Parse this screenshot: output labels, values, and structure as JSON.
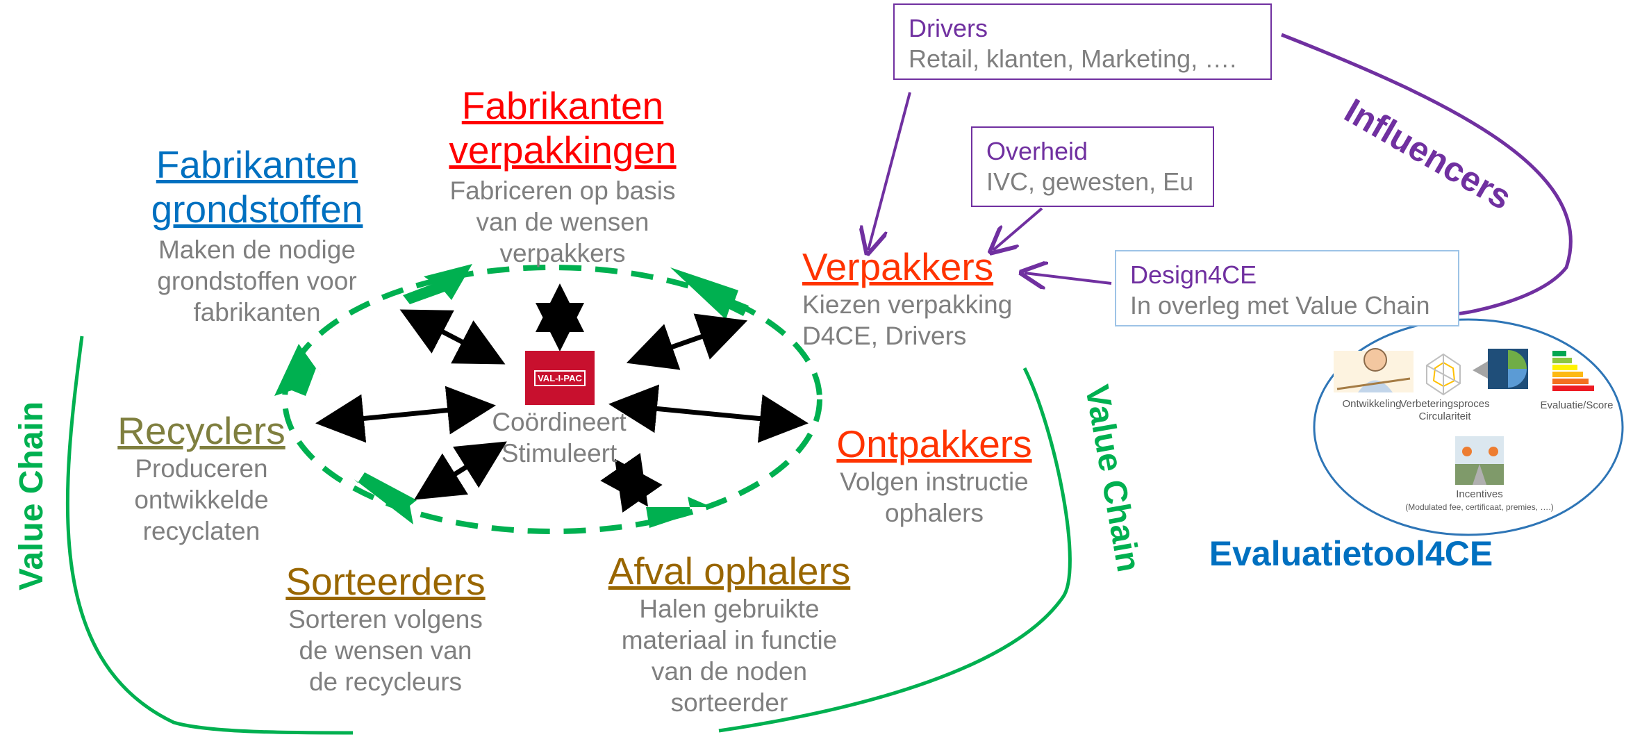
{
  "colors": {
    "value_chain_green": "#00b050",
    "influencer_purple": "#7030a0",
    "blue": "#0070c0",
    "red": "#ff0000",
    "orange_red": "#ff3300",
    "olive": "#7f7f3f",
    "brown": "#996600",
    "grey_text": "#7f7f7f"
  },
  "nodes": {
    "fabrikanten_grondstoffen": {
      "title": "Fabrikanten grondstoffen",
      "desc": "Maken de nodige grondstoffen voor fabrikanten"
    },
    "fabrikanten_verpakkingen": {
      "title": "Fabrikanten verpakkingen",
      "desc": "Fabriceren op basis van de wensen verpakkers"
    },
    "verpakkers": {
      "title": "Verpakkers",
      "desc": "Kiezen verpakking D4CE, Drivers"
    },
    "ontpakkers": {
      "title": "Ontpakkers",
      "desc": "Volgen instructie ophalers"
    },
    "afval_ophalers": {
      "title": "Afval ophalers",
      "desc": "Halen gebruikte materiaal in functie van de noden sorteerder"
    },
    "sorteerders": {
      "title": "Sorteerders",
      "desc": "Sorteren volgens de wensen van de recycleurs"
    },
    "recyclers": {
      "title": "Recyclers",
      "desc": "Produceren ontwikkelde recyclaten"
    }
  },
  "center": {
    "logo": "VAL-I-PAC",
    "line1": "Coördineert",
    "line2": "Stimuleert"
  },
  "influencer_boxes": {
    "drivers": {
      "title": "Drivers",
      "desc": "Retail, klanten, Marketing, …."
    },
    "overheid": {
      "title": "Overheid",
      "desc": "IVC, gewesten, Eu"
    },
    "design4ce": {
      "title": "Design4CE",
      "desc": "In overleg met Value Chain"
    }
  },
  "labels": {
    "influencers": "Influencers",
    "value_chain_left": "Value Chain",
    "value_chain_right": "Value Chain",
    "evaluatietool": "Evaluatietool4CE"
  },
  "tool_icons": {
    "ontwikkeling": "Ontwikkeling",
    "verbetering": "Verbeteringsproces Circulariteit",
    "evaluatie": "Evaluatie/Score",
    "incentives": "Incentives",
    "incentives_sub": "(Modulated fee, certificaat, premies, ….)"
  }
}
